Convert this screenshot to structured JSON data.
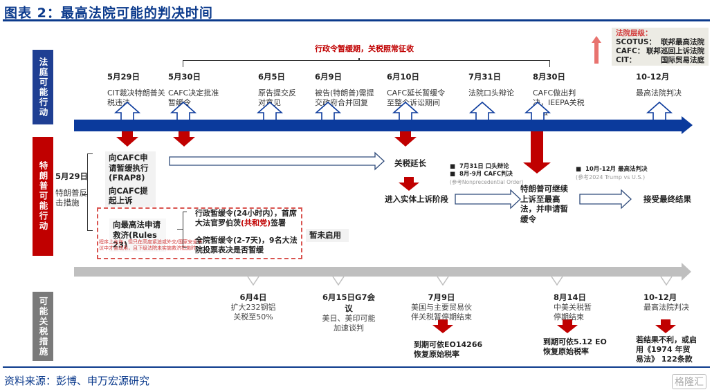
{
  "title": "图表 2：最高法院可能的判决时间",
  "source": "资料来源：彭博、申万宏源研究",
  "watermark": "格隆汇",
  "colors": {
    "brand_blue": "#0b3a9c",
    "red": "#c00000",
    "gray": "#bfbfbf",
    "legend_bg": "#ecebe4"
  },
  "lanes": {
    "court": "法庭可能行动",
    "trump": "特朗普可能行动",
    "tariff": "可能关税措施"
  },
  "legend": {
    "title": "法院层级：",
    "rows": [
      {
        "abbr": "SCOTUS：",
        "name": "联邦最高法院"
      },
      {
        "abbr": "CAFC：",
        "name": "联邦巡回上诉法院"
      },
      {
        "abbr": "CIT：",
        "name": "国际贸易法庭"
      }
    ]
  },
  "bracket_label": "行政令暂缓期，关税照常征收",
  "court_events": [
    {
      "date": "5月29日",
      "desc": "CIT裁决特朗普关税违法"
    },
    {
      "date": "5月30日",
      "desc": "CAFC决定批准暂缓令"
    },
    {
      "date": "6月5日",
      "desc": "原告提交反对意见"
    },
    {
      "date": "6月9日",
      "desc": "被告(特朗普)需提交政府合并回复"
    },
    {
      "date": "6月10日",
      "desc": "CAFC延长暂缓令至整个诉讼期间"
    },
    {
      "date": "7月31日",
      "desc": "法院口头辩论"
    },
    {
      "date": "8月30日",
      "desc": "CAFC做出判决，IEEPA关税违法"
    },
    {
      "date": "10-12月",
      "desc": "最高法院判决"
    }
  ],
  "trump": {
    "date": "5月29日",
    "label": "特朗普反击措施",
    "box1": "向CAFC申请暂缓执行(FRAP8)",
    "box2": "向CAFC提起上诉",
    "box3": "向最高法申请救济(Rules 23)",
    "note3": "程序上允许，但只在高度紧迫或外交/国家安全争议中才会动用，且下级法院未实施救济措施时",
    "opt1_a": "行政暂缓令(24小时内），首席大法官罗伯茨",
    "opt1_party": "(共和党)",
    "opt1_b": "签署",
    "opt2": "全院暂缓令(2-7天)，9名大法院投票表决是否暂缓",
    "not_used": "暂未启用",
    "extend": "关税延长",
    "merits": "进入实体上诉阶段",
    "bullets1": [
      "7月31日 口头辩论",
      "8月-9月 CAFC判决"
    ],
    "bullets1_note": "(参考Nonprecedential Order)",
    "next": "特朗普可继续上诉至最高法，并申请暂缓令",
    "bullets2": [
      "10月-12月 最高法判决"
    ],
    "bullets2_note": "(参考2024 Trump vs U.S.)",
    "final": "接受最终结果"
  },
  "tariff_events": [
    {
      "date": "6月4日",
      "desc": "扩大232钢铝关税至50%",
      "result": ""
    },
    {
      "date": "6月15日G7会议",
      "desc": "美日、美印可能加速谈判",
      "result": ""
    },
    {
      "date": "7月9日",
      "desc": "美国与主要贸易伙伴关税暂停期结束",
      "result": "到期可依EO14266恢复原始税率"
    },
    {
      "date": "8月14日",
      "desc": "中美关税暂停期结束",
      "result": "到期可依5.12 EO恢复原始税率"
    },
    {
      "date": "10-12月",
      "desc": "最高法院判决",
      "result": "若结果不利，或启用《1974 年贸易法》 122条款"
    }
  ]
}
